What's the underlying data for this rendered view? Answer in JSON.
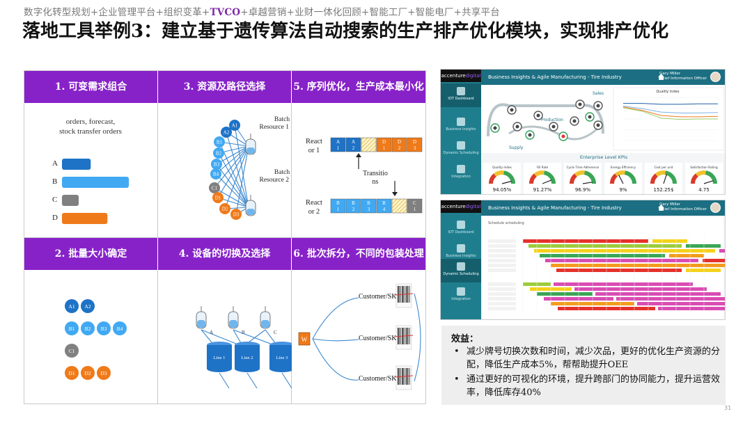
{
  "topline": {
    "part1": "数字化转型规划+企业管理平台+组织变革+",
    "tvco": "TVCO",
    "part2": "+卓越营销+业财一体化回顾+智能工厂+智能电厂+共享平台"
  },
  "title": "落地工具举例3：建立基于遗传算法自动搜索的生产排产优化模块，实现排产优化",
  "grid": {
    "headers": [
      "1. 可变需求组合",
      "3. 资源及路径选择",
      "5. 序列优化，生产成本最小化",
      "2. 批量大小确定",
      "4. 设备的切换及选择",
      "6. 批次拆分，不同的包装处理"
    ],
    "cell1": {
      "note_line1": "orders, forecast,",
      "note_line2": "stock transfer orders",
      "bars": [
        {
          "label": "A",
          "value": 0.43,
          "color": "#1e73c7"
        },
        {
          "label": "B",
          "value": 1.0,
          "color": "#41a9f2"
        },
        {
          "label": "C",
          "value": 0.25,
          "color": "#808080"
        },
        {
          "label": "D",
          "value": 0.68,
          "color": "#ef7a1a"
        }
      ]
    },
    "cell3": {
      "batch1_l1": "Batch",
      "batch1_l2": "Resource 1",
      "batch2_l1": "Batch",
      "batch2_l2": "Resource 2",
      "nodes": [
        "A1",
        "A2",
        "B1",
        "B2",
        "B3",
        "B4",
        "C1",
        "D1",
        "D2",
        "D3"
      ]
    },
    "cell5": {
      "react1_l1": "React",
      "react1_l2": "or 1",
      "react2_l1": "React",
      "react2_l2": "or 2",
      "trans_l1": "Transitio",
      "trans_l2": "ns",
      "row1": [
        {
          "t": "A",
          "b": "1",
          "c": "#1e73c7"
        },
        {
          "t": "A",
          "b": "2",
          "c": "#1e73c7"
        },
        {
          "t": "",
          "b": "",
          "c": "hatch"
        },
        {
          "t": "D",
          "b": "1",
          "c": "#ef7a1a"
        },
        {
          "t": "D",
          "b": "2",
          "c": "#ef7a1a"
        },
        {
          "t": "D",
          "b": "3",
          "c": "#ef7a1a"
        }
      ],
      "row2": [
        {
          "t": "B",
          "b": "1",
          "c": "#41a9f2"
        },
        {
          "t": "B",
          "b": "2",
          "c": "#41a9f2"
        },
        {
          "t": "B",
          "b": "3",
          "c": "#41a9f2"
        },
        {
          "t": "B",
          "b": "4",
          "c": "#41a9f2"
        },
        {
          "t": "",
          "b": "",
          "c": "hatch"
        },
        {
          "t": "C",
          "b": "1",
          "c": "#808080"
        }
      ]
    },
    "cell2": {
      "rows": [
        [
          "A1",
          "A2"
        ],
        [
          "B1",
          "B2",
          "B3",
          "B4"
        ],
        [
          "C1"
        ],
        [
          "D1",
          "D2",
          "D3"
        ]
      ]
    },
    "cell4": {
      "tank_labels": [
        "A",
        "B",
        "C"
      ],
      "lines": [
        "Line 1",
        "Line 2",
        "Line 3"
      ]
    },
    "cell6": {
      "skus": [
        "Customer/SKU 1",
        "Customer/SKU 2",
        "Customer/SKU 3"
      ],
      "box_label": "W"
    }
  },
  "dash1": {
    "brand_a": "accenture",
    "brand_b": "digital",
    "title": "Business Insights & Agile Manufacturing - Tire Industry",
    "user_name": "Gary Miller",
    "user_role": "Chief Information Officer",
    "nav": [
      "IOT Dashboard",
      "Business Insights",
      "Dynamic Scheduling",
      "Integration"
    ],
    "flow_supply": "Supply",
    "flow_production": "Production",
    "flow_sales": "Sales",
    "chart_title": "Quality Index",
    "kpi_title": "Enterprise Level KPIs",
    "kpis": [
      {
        "label": "Quality Index",
        "value": "94.05%",
        "level": 0.92
      },
      {
        "label": "Fill Rate",
        "value": "91.27%",
        "level": 0.88
      },
      {
        "label": "Cycle Time Adherence",
        "value": "96.9%",
        "level": 0.95
      },
      {
        "label": "Energy Efficiency",
        "value": "9%",
        "level": 0.35
      },
      {
        "label": "Cost per unit",
        "value": "152.25$",
        "level": 0.6
      },
      {
        "label": "Satisfaction Rating",
        "value": "4.75",
        "level": 0.9
      }
    ]
  },
  "dash2": {
    "brand_a": "accenture",
    "brand_b": "digital",
    "title": "Business Insights & Agile Manufacturing - Tire Industry",
    "user_name": "Gary Miller",
    "user_role": "Chief Information Officer",
    "nav": [
      "IOT Dashboard",
      "Business Insights",
      "Dynamic Scheduling",
      "Integration"
    ],
    "schedule_title": "Schedule scheduling"
  },
  "benefit": {
    "title": "效益：",
    "items": [
      "减少牌号切换次数和时间，减少次品，更好的优化生产资源的分配，降低生产成本5%，帮帮助提升OEE",
      "通过更好的可视化的环境，提升跨部门的协同能力，提升运营效率，降低库存40%"
    ]
  },
  "page_number": "31",
  "colors": {
    "header_purple": "#8722c9",
    "dash_teal": "#1c6f82",
    "blue_dark": "#1e73c7",
    "blue_light": "#41a9f2",
    "grey": "#808080",
    "orange": "#ef7a1a"
  }
}
